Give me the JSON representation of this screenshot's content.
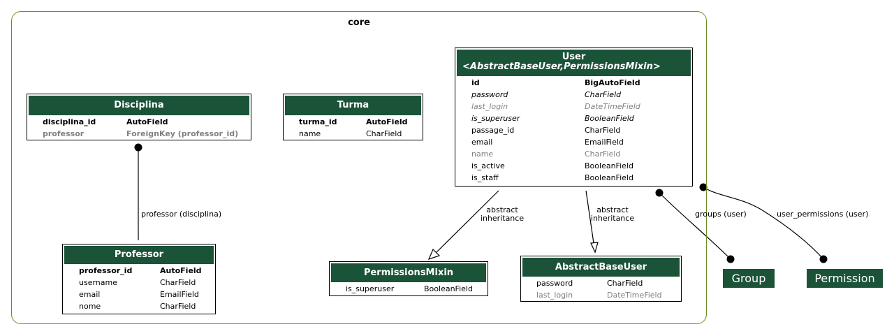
{
  "cluster": {
    "title": "core"
  },
  "models": {
    "disciplina": {
      "title": "Disciplina",
      "fields": [
        {
          "name": "disciplina_id",
          "type": "AutoField",
          "style": "bold"
        },
        {
          "name": "professor",
          "type": "ForeignKey (professor_id)",
          "style": "bold-gray"
        }
      ]
    },
    "turma": {
      "title": "Turma",
      "fields": [
        {
          "name": "turma_id",
          "type": "AutoField",
          "style": "bold"
        },
        {
          "name": "name",
          "type": "CharField",
          "style": "normal"
        }
      ]
    },
    "user": {
      "title": "User",
      "subtitle": "<AbstractBaseUser,PermissionsMixin>",
      "fields": [
        {
          "name": "id",
          "type": "BigAutoField",
          "style": "bold"
        },
        {
          "name": "password",
          "type": "CharField",
          "style": "italic"
        },
        {
          "name": "last_login",
          "type": "DateTimeField",
          "style": "italic-gray"
        },
        {
          "name": "is_superuser",
          "type": "BooleanField",
          "style": "italic"
        },
        {
          "name": "passage_id",
          "type": "CharField",
          "style": "normal"
        },
        {
          "name": "email",
          "type": "EmailField",
          "style": "normal"
        },
        {
          "name": "name",
          "type": "CharField",
          "style": "gray"
        },
        {
          "name": "is_active",
          "type": "BooleanField",
          "style": "normal"
        },
        {
          "name": "is_staff",
          "type": "BooleanField",
          "style": "normal"
        }
      ]
    },
    "professor": {
      "title": "Professor",
      "fields": [
        {
          "name": "professor_id",
          "type": "AutoField",
          "style": "bold"
        },
        {
          "name": "username",
          "type": "CharField",
          "style": "normal"
        },
        {
          "name": "email",
          "type": "EmailField",
          "style": "normal"
        },
        {
          "name": "nome",
          "type": "CharField",
          "style": "normal"
        }
      ]
    },
    "permissionsmixin": {
      "title": "PermissionsMixin",
      "fields": [
        {
          "name": "is_superuser",
          "type": "BooleanField",
          "style": "normal"
        }
      ]
    },
    "abstractbaseuser": {
      "title": "AbstractBaseUser",
      "fields": [
        {
          "name": "password",
          "type": "CharField",
          "style": "normal"
        },
        {
          "name": "last_login",
          "type": "DateTimeField",
          "style": "gray"
        }
      ]
    }
  },
  "external": {
    "group": "Group",
    "permission": "Permission"
  },
  "edges": {
    "professor_disciplina": "professor (disciplina)",
    "abstract1_line1": "abstract",
    "abstract1_line2": "inheritance",
    "abstract2_line1": "abstract",
    "abstract2_line2": "inheritance",
    "groups": "groups (user)",
    "user_permissions": "user_permissions (user)"
  },
  "colors": {
    "header": "#1b5339",
    "cluster_border": "#6b8e23",
    "muted": "#808080"
  }
}
